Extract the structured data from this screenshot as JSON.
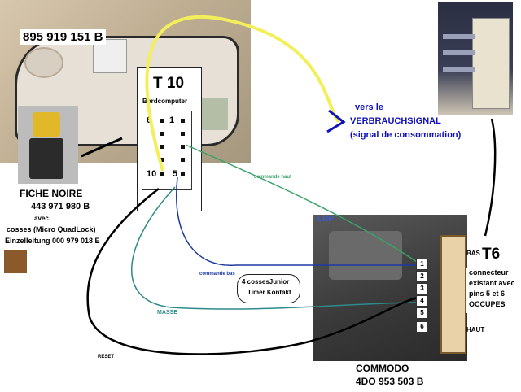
{
  "cluster": {
    "part_number": "895 919 151 B"
  },
  "t10": {
    "title": "T 10",
    "subtitle": "Bordcomputer",
    "pins": [
      "6",
      "1",
      "10",
      "5"
    ]
  },
  "fiche": {
    "title": "FICHE NOIRE",
    "part_number": "443 971 980 B",
    "line_avec": "avec",
    "line_cosses": "cosses (Micro QuadLock)",
    "line_einzel": "Einzelleitung 000 979 018 E"
  },
  "signal": {
    "line1": "vers le",
    "line2": "VERBRAUCHSIGNAL",
    "line3": "(signal de consommation)"
  },
  "commodo": {
    "brand": "LRP",
    "title": "COMMODO",
    "part_number": "4DO 953 503 B",
    "pins": [
      "1",
      "2",
      "3",
      "4",
      "5",
      "6"
    ]
  },
  "t6": {
    "title": "T6",
    "label_bas": "BAS",
    "label_haut": "HAUT",
    "note_l1": "connecteur",
    "note_l2": "existant avec",
    "note_l3": "pins 5 et 6",
    "note_l4": "OCCUPES"
  },
  "callout": {
    "line1": "4 cossesJunior",
    "line2": "Timer Kontakt"
  },
  "wires": {
    "commande_haut": "commande haut",
    "commande_bas": "commande bas",
    "masse": "MASSE",
    "reset": "RESET"
  },
  "colors": {
    "yellow_wire": "#f2ef5a",
    "blue_wire": "#1e3aa0",
    "green_wire": "#3aa36a",
    "teal_wire": "#2e8a8a",
    "black_wire": "#000000",
    "signal_text": "#1010c0",
    "cluster_photo": "#c8b69a",
    "commodo_photo": "#4a4a4a"
  }
}
